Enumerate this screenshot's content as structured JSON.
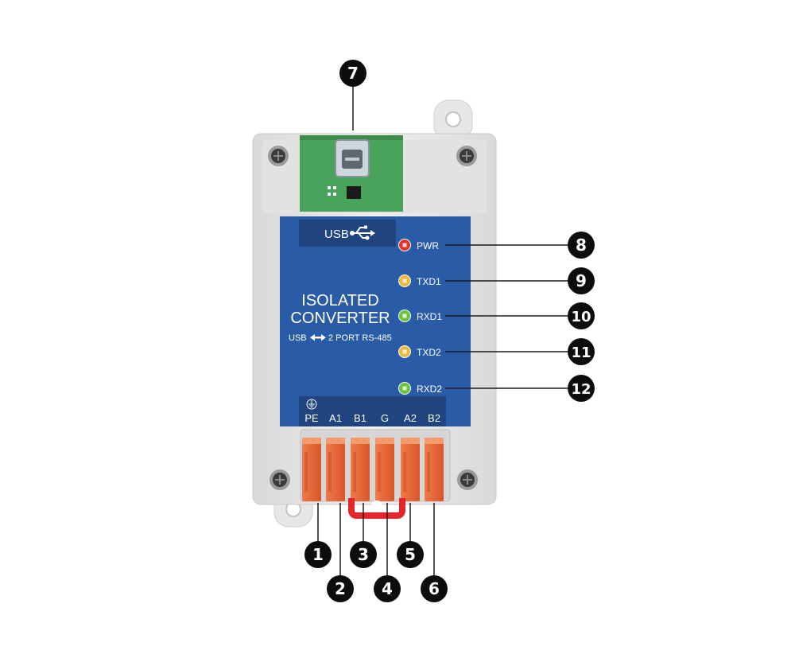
{
  "usb_label": "USB",
  "panel": {
    "title_line1": "ISOLATED",
    "title_line2": "CONVERTER",
    "subtitle_left": "USB",
    "subtitle_right": "2 PORT RS-485"
  },
  "leds": [
    {
      "label": "PWR",
      "color": "#e0342f",
      "callout": "8"
    },
    {
      "label": "TXD1",
      "color": "#e8b93a",
      "callout": "9"
    },
    {
      "label": "RXD1",
      "color": "#6cc23a",
      "callout": "10"
    },
    {
      "label": "TXD2",
      "color": "#e8b93a",
      "callout": "11"
    },
    {
      "label": "RXD2",
      "color": "#6cc23a",
      "callout": "12"
    }
  ],
  "terminals": [
    "PE",
    "A1",
    "B1",
    "G",
    "A2",
    "B2"
  ],
  "ground_icon": "ground-icon",
  "bottom_callouts": [
    "1",
    "2",
    "3",
    "4",
    "5",
    "6"
  ],
  "usb_callout": "7",
  "colors": {
    "panel_blue": "#2a5ba6",
    "panel_dark": "#1f447f",
    "enclosure": "#e6e6e6",
    "pcb_green": "#49a35a",
    "terminal_orange": "#e46233",
    "bridge_red": "#e3262c",
    "callout": "#0d0d0d"
  }
}
